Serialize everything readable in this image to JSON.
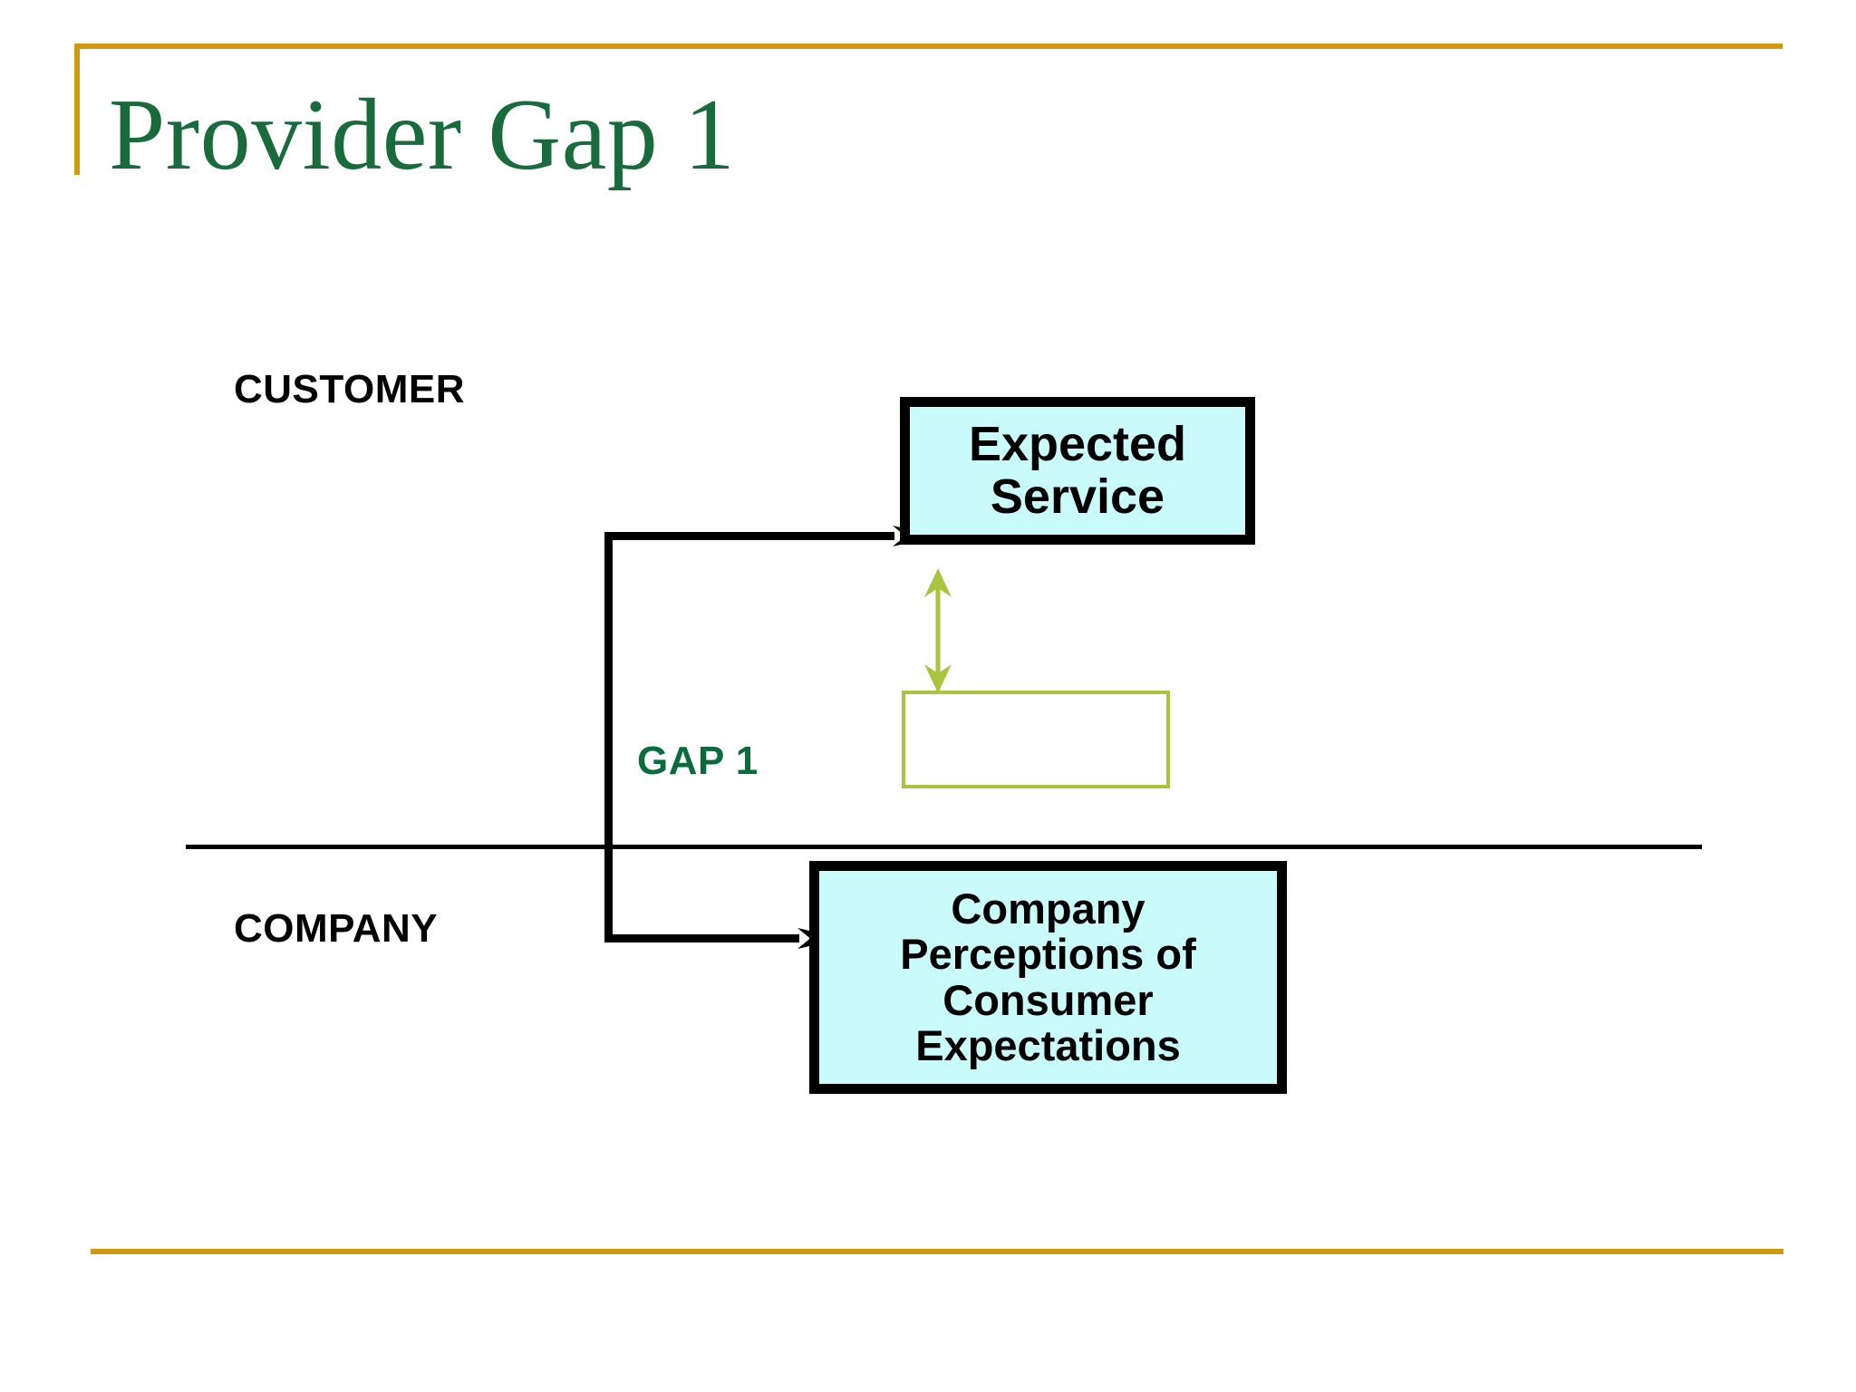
{
  "slide": {
    "title": "Provider Gap 1",
    "background_color": "#ffffff",
    "accent_gold": "#cf9a11",
    "title_color": "#1a6b3c"
  },
  "labels": {
    "customer": "CUSTOMER",
    "company": "COMPANY",
    "gap": "GAP 1",
    "gap_color": "#0b6b3a"
  },
  "nodes": [
    {
      "id": "expected-service",
      "text": "Expected\nService",
      "fill": "#c9fbfb",
      "border": "#000000"
    },
    {
      "id": "company-perceptions",
      "text": "Company\nPerceptions of\nConsumer\nExpectations",
      "fill": "#c9fbfb",
      "border": "#000000"
    },
    {
      "id": "empty-olive-box",
      "text": "",
      "fill": "transparent",
      "border": "#a9c43f"
    }
  ],
  "connectors": [
    {
      "id": "split-to-expected-service",
      "from": "split-point",
      "to": "expected-service",
      "color": "#000000",
      "style": "elbow-arrow"
    },
    {
      "id": "split-to-company-perceptions",
      "from": "split-point",
      "to": "company-perceptions",
      "color": "#000000",
      "style": "elbow-arrow"
    },
    {
      "id": "gap-1-double-arrow",
      "from": "empty-olive-box",
      "to": "expected-service",
      "color": "#a9c43f",
      "style": "double-headed-arrow"
    }
  ],
  "divider": {
    "id": "customer-company-divider",
    "color": "#000000"
  }
}
